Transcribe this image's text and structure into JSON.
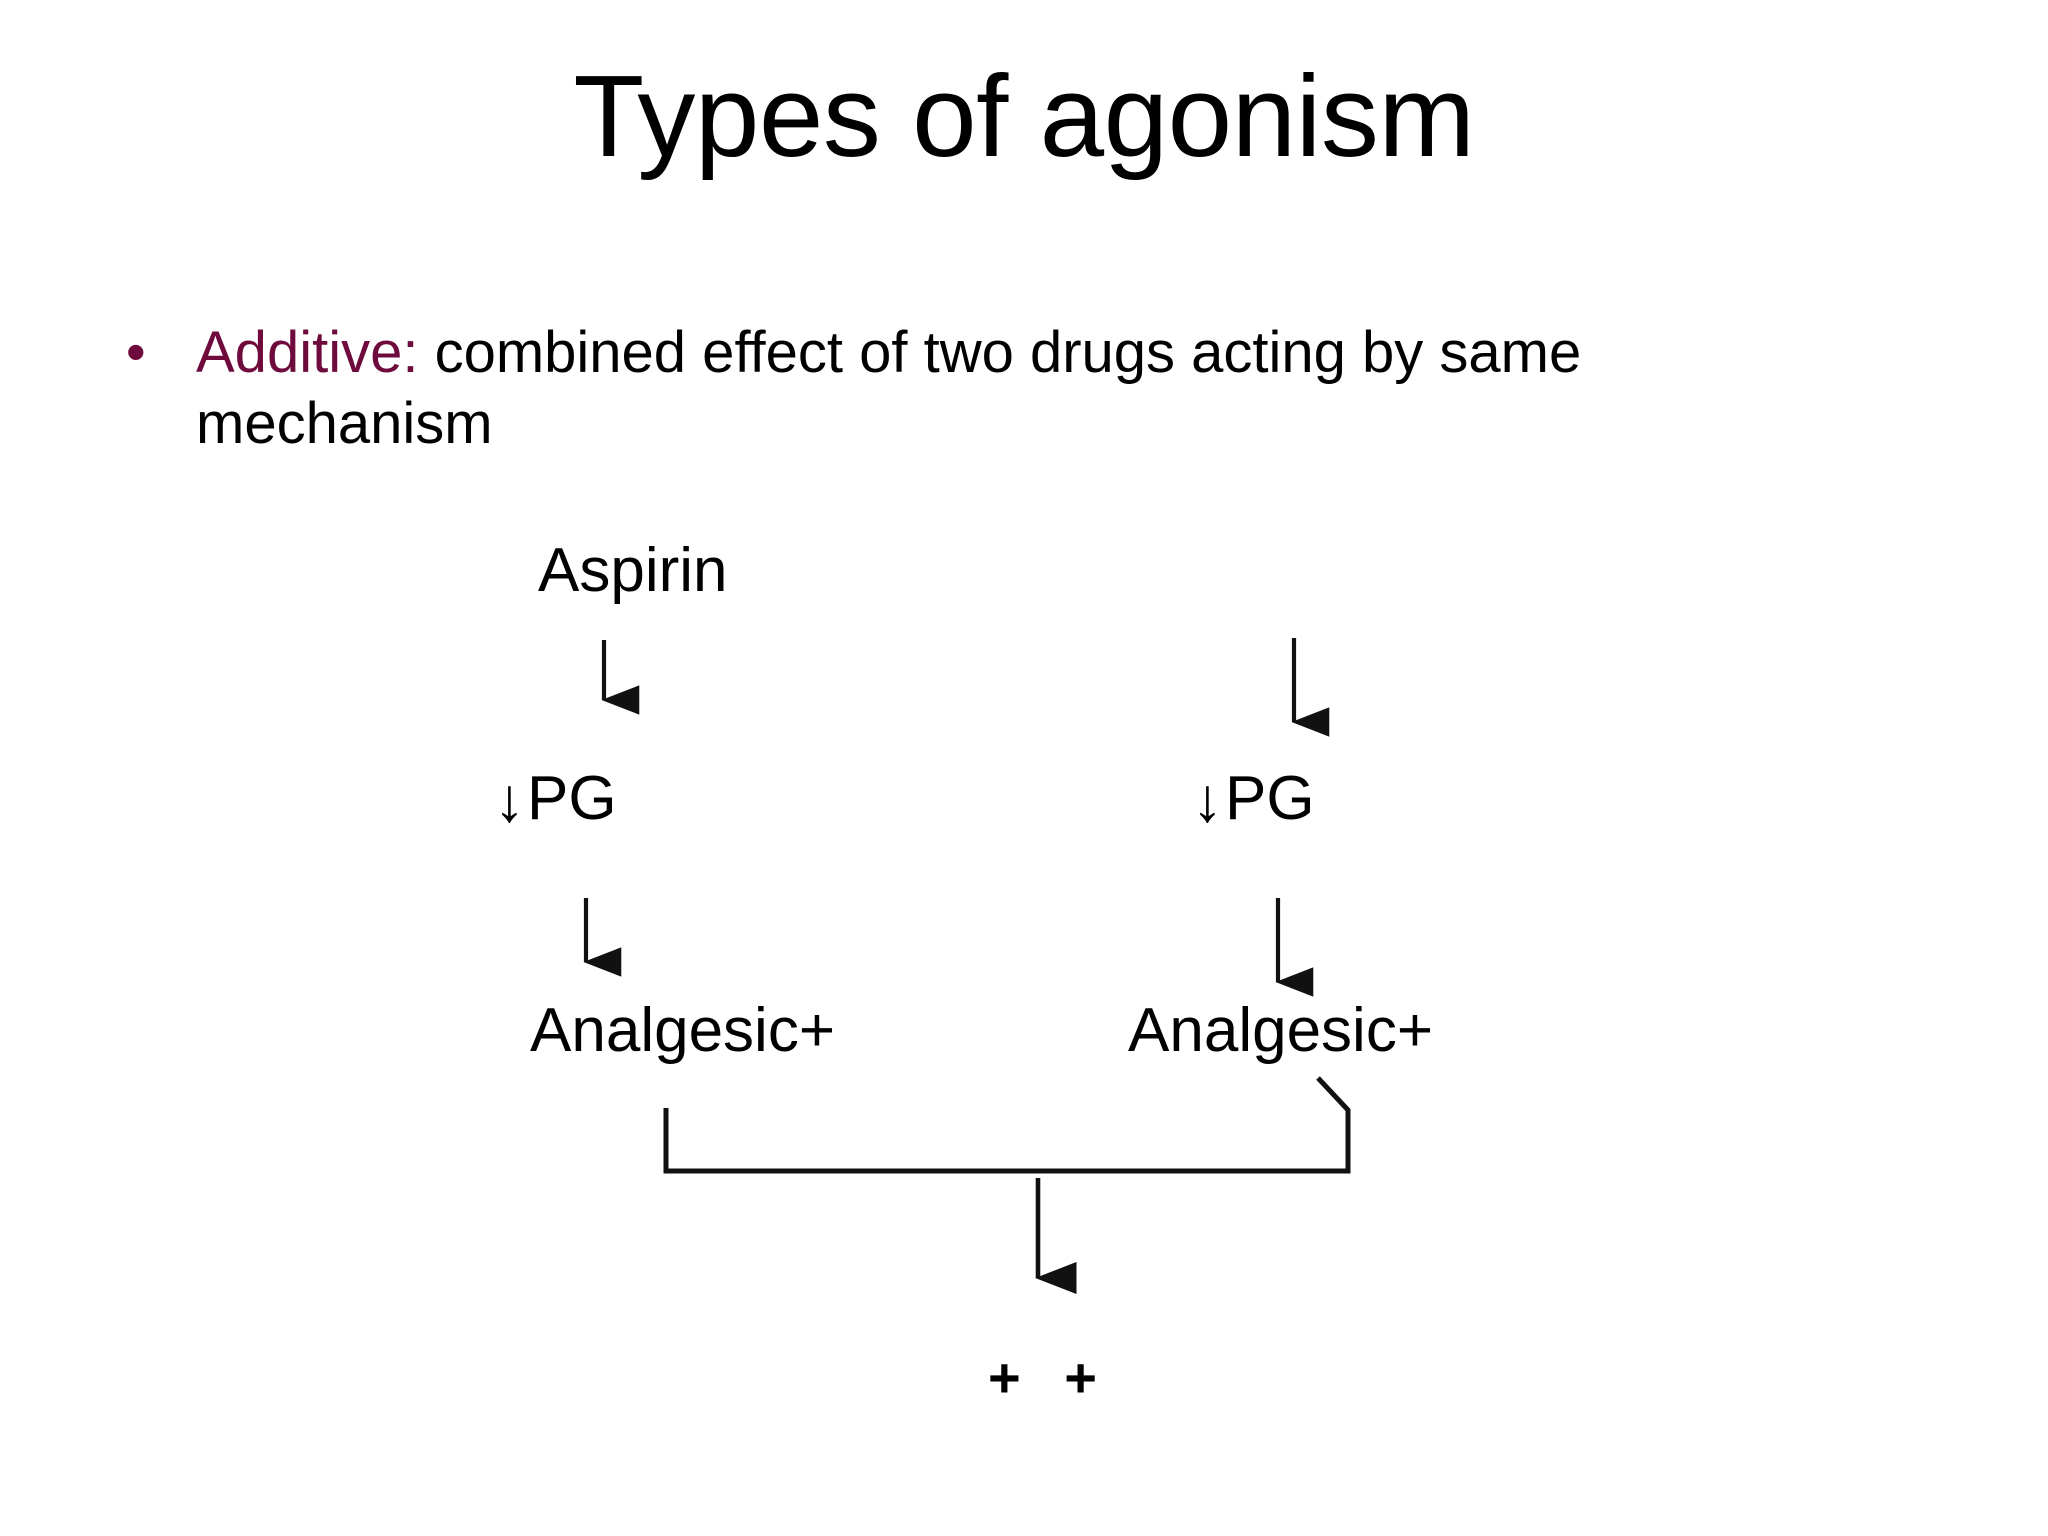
{
  "slide": {
    "title": "Types of agonism",
    "background_color": "#ffffff",
    "accent_color": "#6E0B3C",
    "text_color": "#000000"
  },
  "bullet": {
    "marker": "•",
    "keyword": "Additive:",
    "keyword_color": "#6E0B3C",
    "body": " combined effect of two drugs acting by same mechanism",
    "full_text": "Additive: combined effect of two drugs acting by same mechanism"
  },
  "diagram": {
    "type": "flowchart",
    "description": "Two parallel drug pathways converging to an additive effect",
    "left_branch": {
      "drug": "Aspirin",
      "step_1": "↓PG",
      "step_1_arrow_glyph": "↓",
      "step_1_label": "PG",
      "step_2": "Analgesic+"
    },
    "right_branch": {
      "drug": "",
      "step_1": "↓PG",
      "step_1_arrow_glyph": "↓",
      "step_1_label": "PG",
      "step_2": "Analgesic+"
    },
    "result": "+ +",
    "connector": "bracket-join",
    "arrow_color": "#000000"
  },
  "chart_data": {
    "type": "diagram",
    "title": "Types of agonism",
    "nodes": [
      {
        "id": "aspirin",
        "label": "Aspirin",
        "column": "left",
        "row": 0
      },
      {
        "id": "pg-left",
        "label": "↓PG",
        "column": "left",
        "row": 1
      },
      {
        "id": "ana-left",
        "label": "Analgesic+",
        "column": "left",
        "row": 2
      },
      {
        "id": "pg-right",
        "label": "↓PG",
        "column": "right",
        "row": 1
      },
      {
        "id": "ana-right",
        "label": "Analgesic+",
        "column": "right",
        "row": 2
      },
      {
        "id": "result",
        "label": "+ +",
        "column": "center",
        "row": 3
      }
    ],
    "edges": [
      {
        "from": "aspirin",
        "to": "pg-left",
        "style": "arrow"
      },
      {
        "from": "pg-left",
        "to": "ana-left",
        "style": "arrow"
      },
      {
        "from": "top-right",
        "to": "pg-right",
        "style": "arrow"
      },
      {
        "from": "pg-right",
        "to": "ana-right",
        "style": "arrow"
      },
      {
        "from": "ana-left",
        "to": "result",
        "style": "bracket-arrow"
      },
      {
        "from": "ana-right",
        "to": "result",
        "style": "bracket-arrow"
      }
    ],
    "legend": [],
    "annotations": []
  }
}
